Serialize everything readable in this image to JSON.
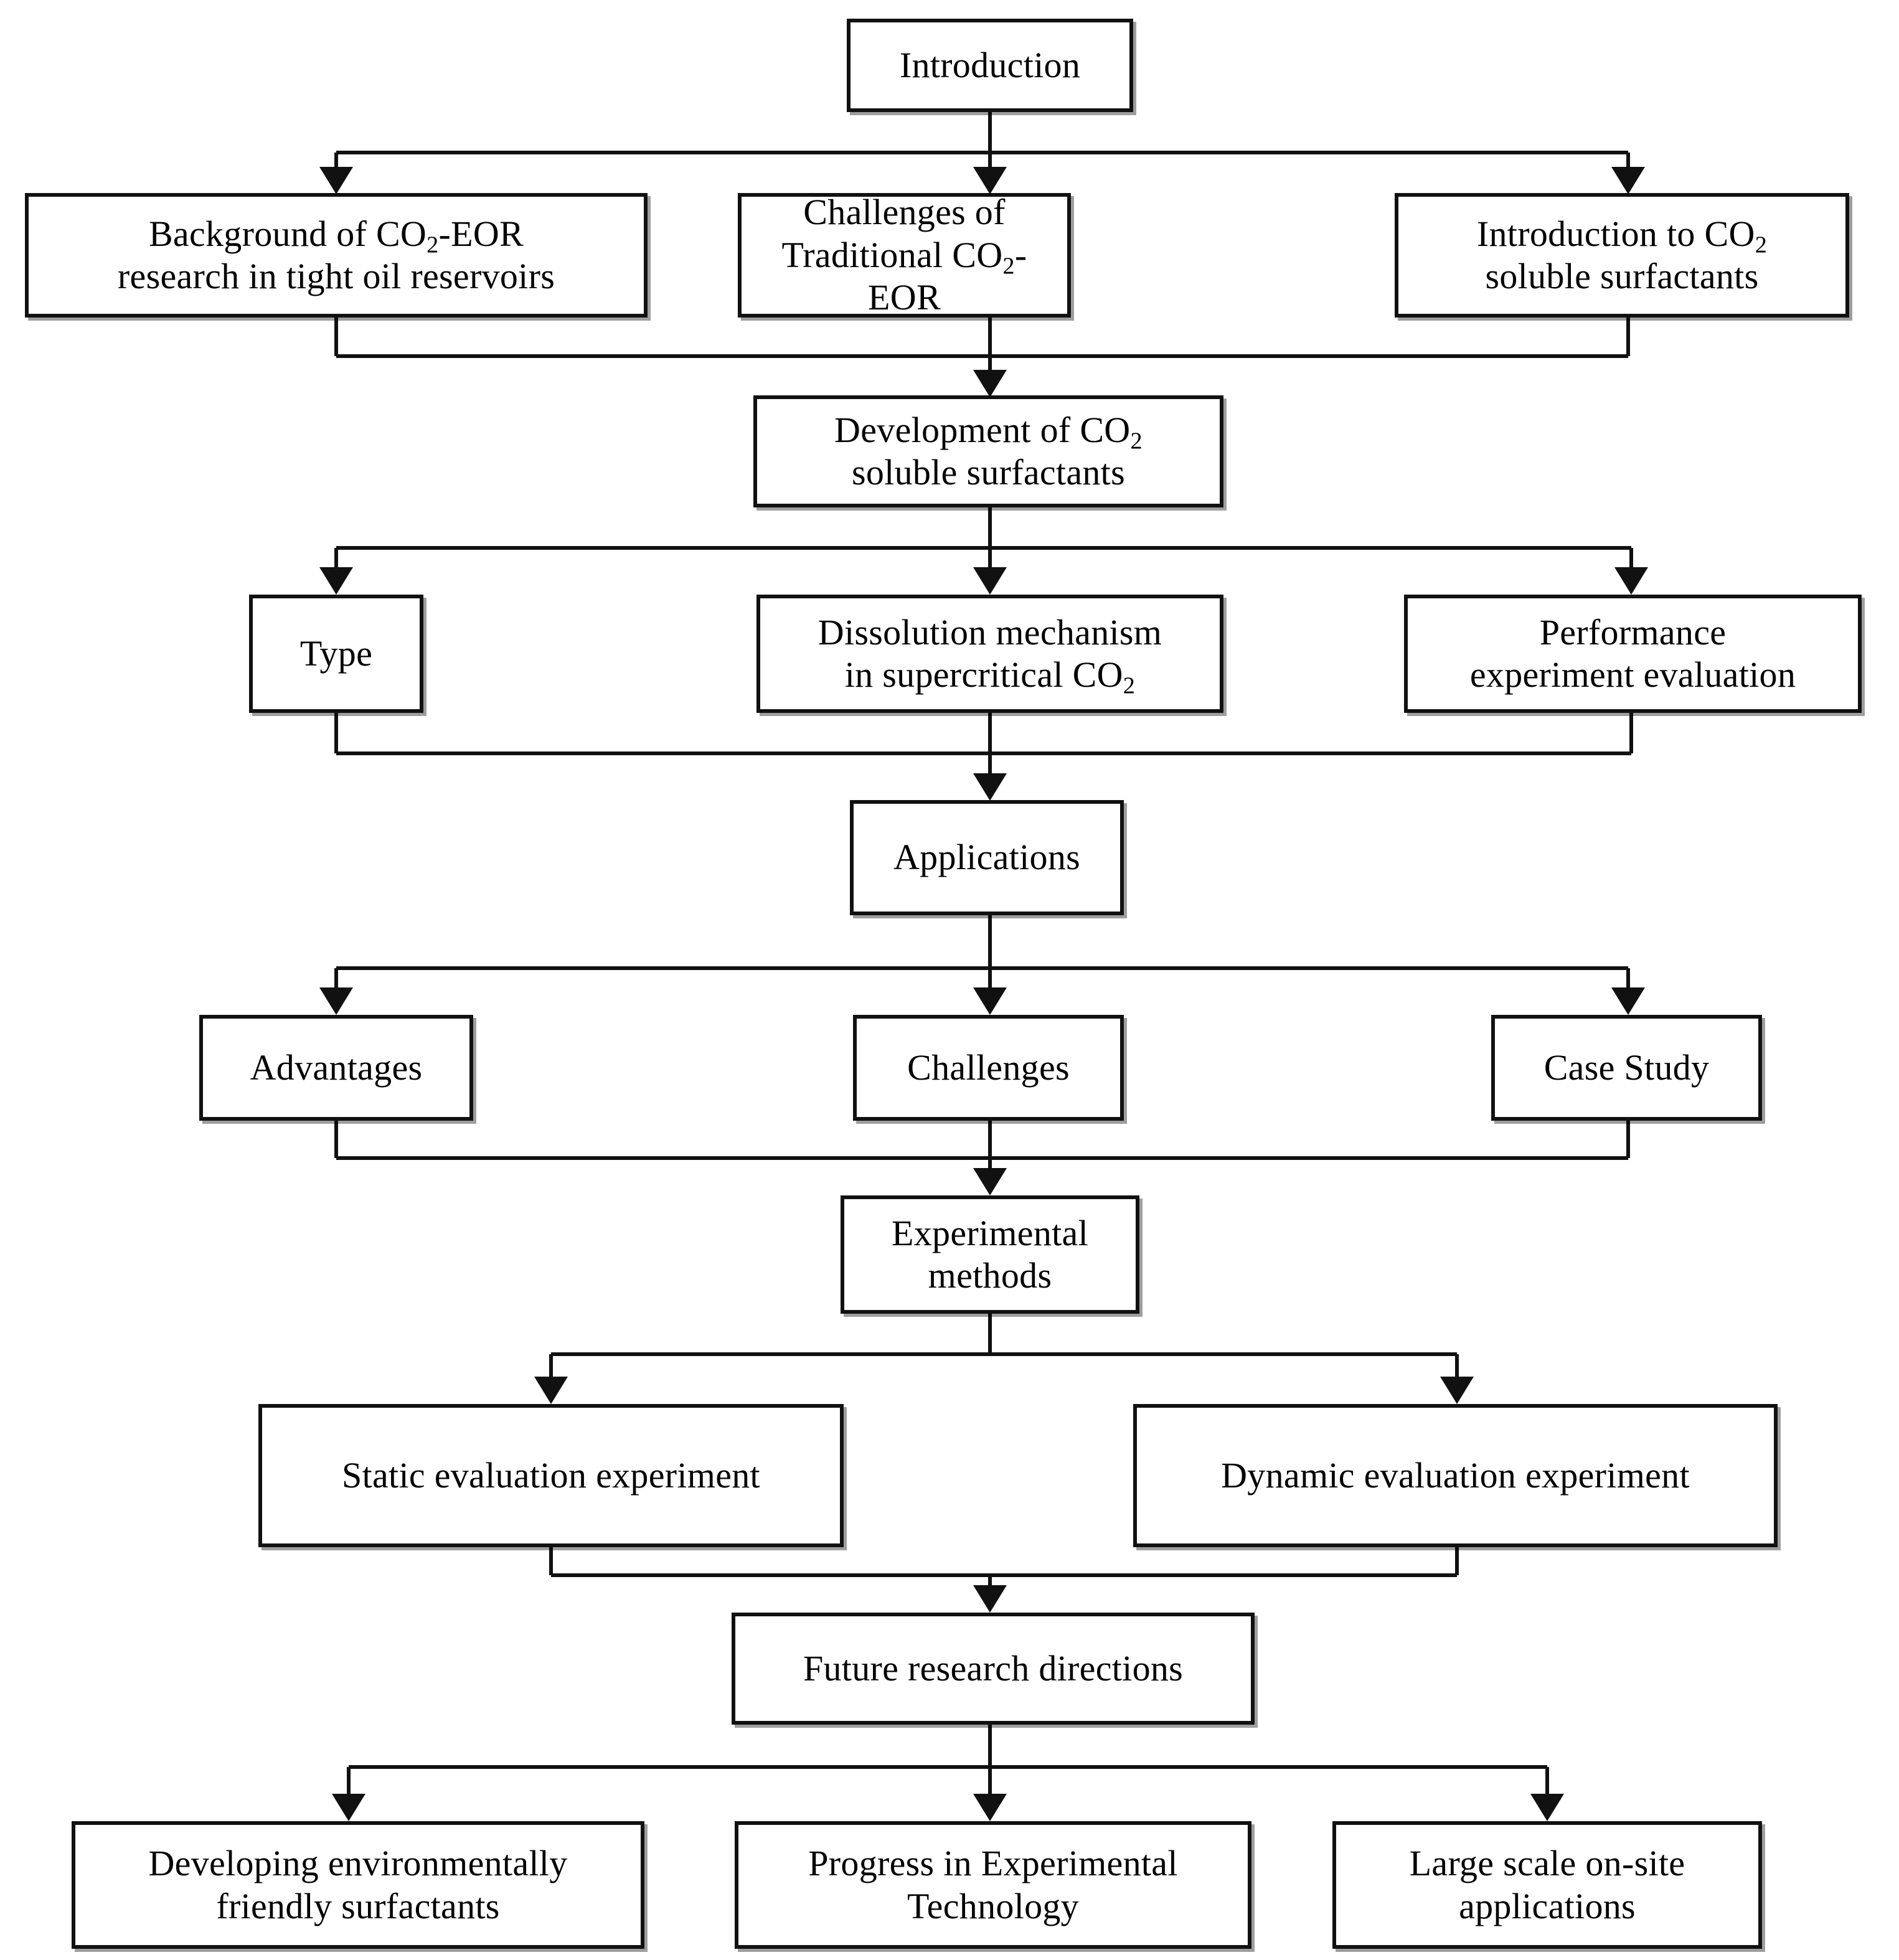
{
  "diagram": {
    "title": "CO2 soluble surfactants review flowchart",
    "type": "flowchart",
    "orientation": "top-to-bottom",
    "stroke_color": "#111111",
    "fill_color": "#ffffff",
    "nodes": {
      "introduction": {
        "label": "Introduction"
      },
      "background_eor": {
        "line1": "Background of CO",
        "sub1": "2",
        "line1b": "-EOR",
        "line2": "research in tight oil reservoirs"
      },
      "challenges_traditional": {
        "line1": "Challenges of",
        "line2a": "Traditional CO",
        "sub2": "2",
        "line2b": "-EOR"
      },
      "intro_surfactants": {
        "line1a": "Introduction to CO",
        "sub1": "2",
        "line2": "soluble surfactants"
      },
      "development": {
        "line1a": "Development of CO",
        "sub1": "2",
        "line2": "soluble surfactants"
      },
      "type": {
        "label": "Type"
      },
      "dissolution": {
        "line1": "Dissolution mechanism",
        "line2a": "in supercritical CO",
        "sub2": "2"
      },
      "performance": {
        "line1": "Performance",
        "line2": "experiment evaluation"
      },
      "applications": {
        "label": "Applications"
      },
      "advantages": {
        "label": "Advantages"
      },
      "challenges": {
        "label": "Challenges"
      },
      "case_study": {
        "label": "Case Study"
      },
      "experimental_methods": {
        "line1": "Experimental",
        "line2": "methods"
      },
      "static_eval": {
        "label": "Static evaluation experiment"
      },
      "dynamic_eval": {
        "label": "Dynamic evaluation experiment"
      },
      "future_directions": {
        "label": "Future research directions"
      },
      "env_friendly": {
        "line1": "Developing environmentally",
        "line2": "friendly surfactants"
      },
      "progress_tech": {
        "line1": "Progress in Experimental",
        "line2": "Technology"
      },
      "large_scale": {
        "line1": "Large scale on-site",
        "line2": "applications"
      }
    },
    "edges": [
      {
        "from": "introduction",
        "to": "background_eor"
      },
      {
        "from": "introduction",
        "to": "challenges_traditional"
      },
      {
        "from": "introduction",
        "to": "intro_surfactants"
      },
      {
        "from": "background_eor",
        "to": "development"
      },
      {
        "from": "challenges_traditional",
        "to": "development"
      },
      {
        "from": "intro_surfactants",
        "to": "development"
      },
      {
        "from": "development",
        "to": "type"
      },
      {
        "from": "development",
        "to": "dissolution"
      },
      {
        "from": "development",
        "to": "performance"
      },
      {
        "from": "type",
        "to": "applications"
      },
      {
        "from": "dissolution",
        "to": "applications"
      },
      {
        "from": "performance",
        "to": "applications"
      },
      {
        "from": "applications",
        "to": "advantages"
      },
      {
        "from": "applications",
        "to": "challenges"
      },
      {
        "from": "applications",
        "to": "case_study"
      },
      {
        "from": "advantages",
        "to": "experimental_methods"
      },
      {
        "from": "challenges",
        "to": "experimental_methods"
      },
      {
        "from": "case_study",
        "to": "experimental_methods"
      },
      {
        "from": "experimental_methods",
        "to": "static_eval"
      },
      {
        "from": "experimental_methods",
        "to": "dynamic_eval"
      },
      {
        "from": "static_eval",
        "to": "future_directions"
      },
      {
        "from": "dynamic_eval",
        "to": "future_directions"
      },
      {
        "from": "future_directions",
        "to": "env_friendly"
      },
      {
        "from": "future_directions",
        "to": "progress_tech"
      },
      {
        "from": "future_directions",
        "to": "large_scale"
      }
    ]
  }
}
